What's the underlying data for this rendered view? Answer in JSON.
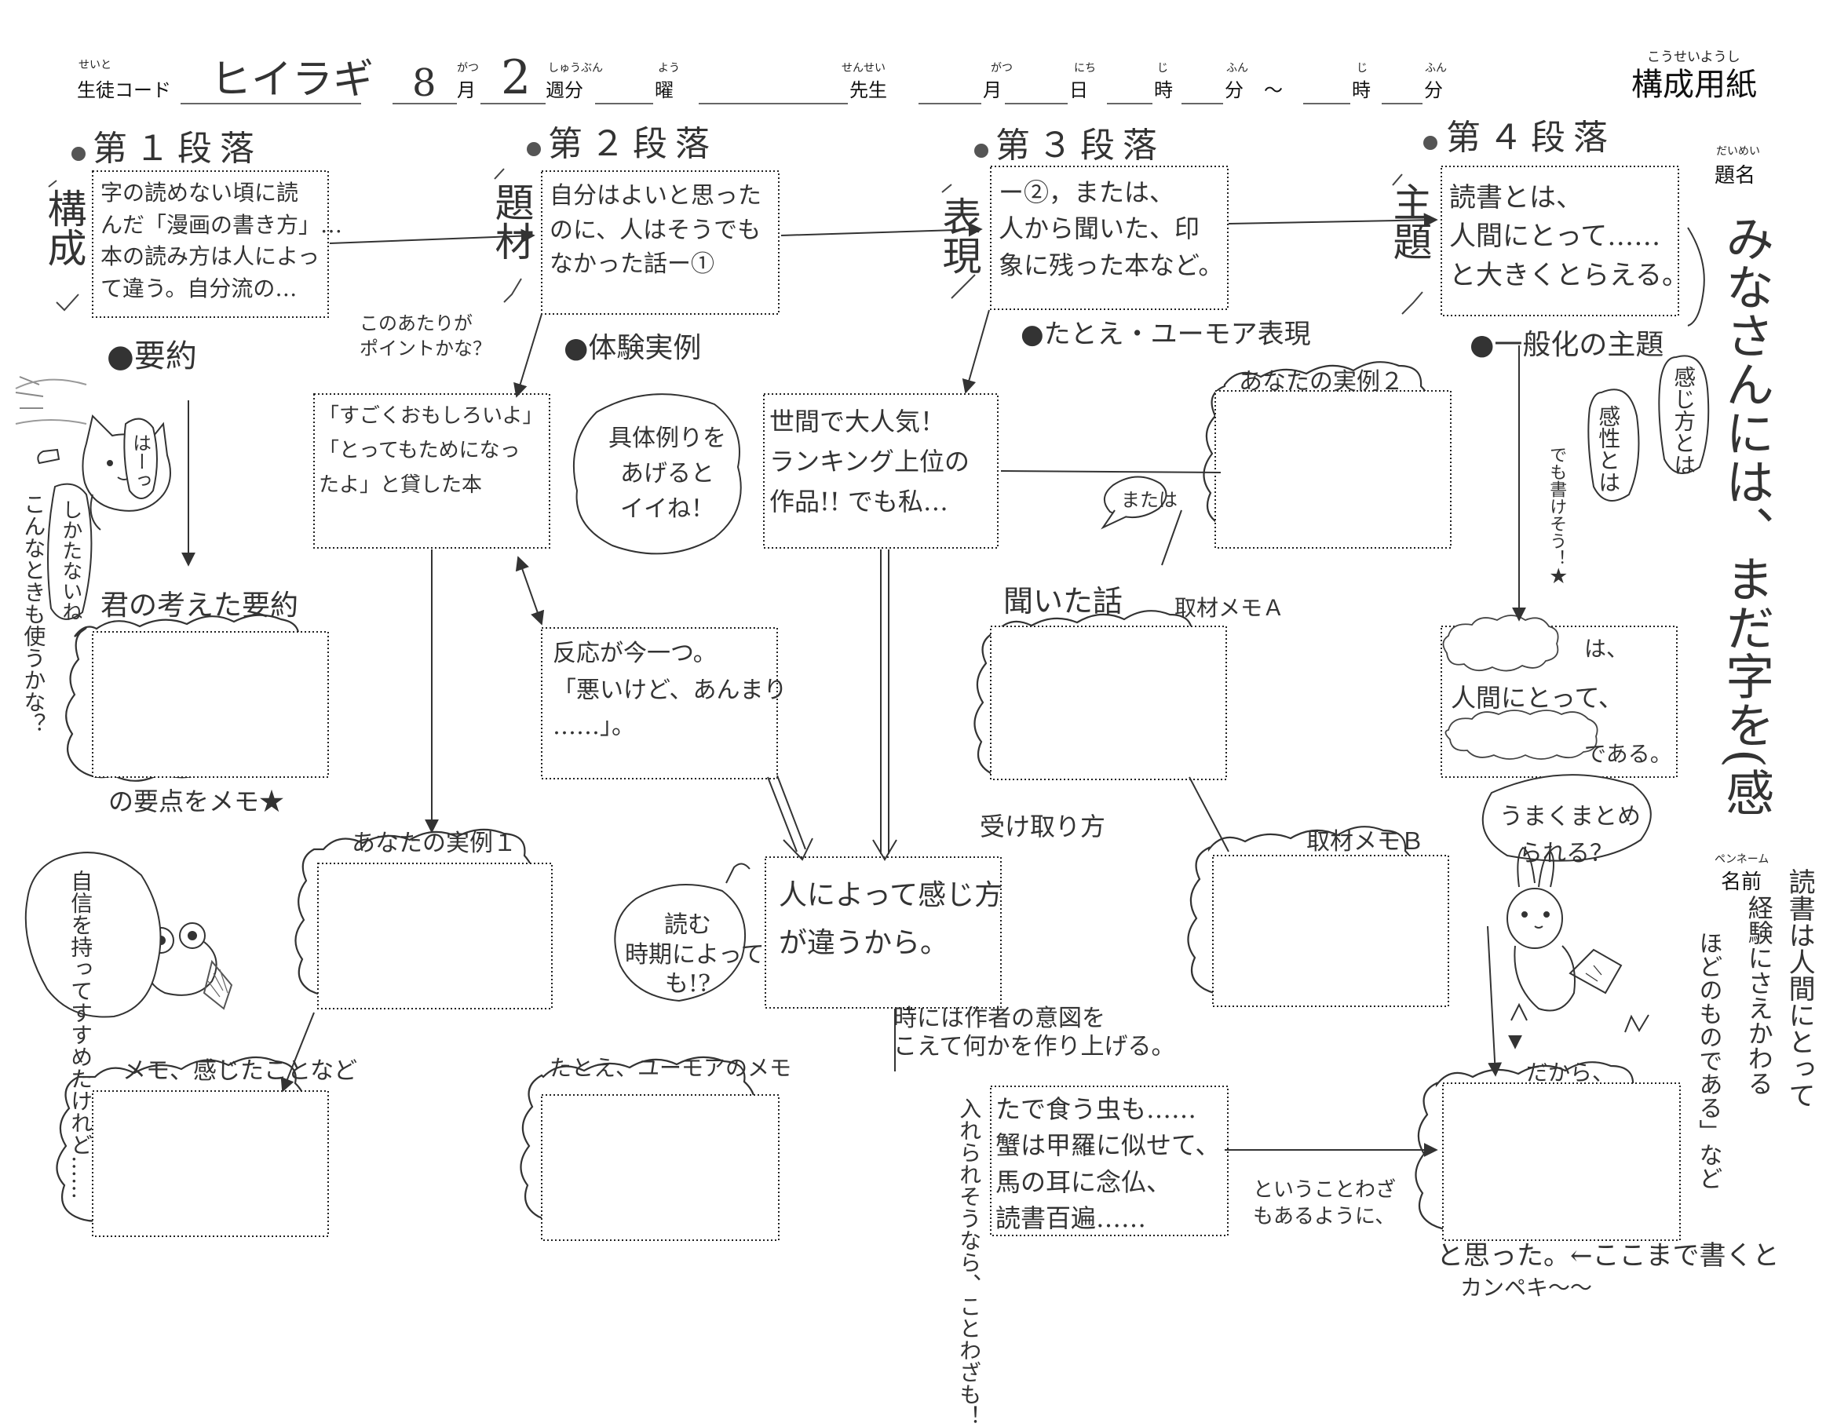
{
  "header": {
    "student_code_ruby": "せいと",
    "student_code_label": "生徒コード",
    "student_code_value": "ヒイラギ",
    "month_value": "8",
    "month_ruby": "がつ",
    "month_label": "月",
    "week_value": "2",
    "week_ruby": "しゅうぶん",
    "week_label": "週分",
    "day_ruby": "よう",
    "day_label": "曜",
    "teacher_ruby": "せんせい",
    "teacher_label": "先生",
    "date_month_ruby": "がつ",
    "date_month_label": "月",
    "date_day_ruby": "にち",
    "date_day_label": "日",
    "hour_ruby": "じ",
    "hour_label": "時",
    "minute_ruby": "ふん",
    "minute_label": "分",
    "tilde": "～",
    "hour2_ruby": "じ",
    "hour2_label": "時",
    "minute2_ruby": "ふん",
    "minute2_label": "分",
    "sheet_title_ruby": "こうせいようし",
    "sheet_title": "構成用紙"
  },
  "title_area": {
    "title_ruby": "だいめい",
    "title_label": "題名",
    "title_text": "みなさんには、まだ字を(感",
    "penname_ruby": "ペンネーム",
    "penname_label": "名前"
  },
  "paragraphs": [
    {
      "heading": "第１段落",
      "side_label": "構成",
      "box_text": "字の読めない頃に読\nんだ「漫画の書き方」…\n本の読み方は人によっ\nて違う。自分流の…",
      "sub_label": "●要約"
    },
    {
      "heading": "第２段落",
      "side_label": "題材",
      "box_text": "自分はよいと思った\nのに、人はそうでも\nなかった話ー①",
      "sub_label": "●体験実例"
    },
    {
      "heading": "第３段落",
      "side_label": "表現",
      "box_text": "ー②，または、\n人から聞いた、印\n象に残った本など。",
      "sub_label": "●たとえ・ユーモア表現"
    },
    {
      "heading": "第４段落",
      "side_label": "主題",
      "box_text": "読書とは、\n人間にとって……\nと大きくとらえる。",
      "sub_label": "●一般化の主題"
    }
  ],
  "column1": {
    "point_note": "このあたりが\nポイントかな？",
    "your_summary_label": "君の考えた要約",
    "summary_memo_label": "の要点をメモ★",
    "memo_feelings_label": "メモ、感じたことなど",
    "cat_speech_1": "はーっ",
    "cat_speech_2": "しかたないね",
    "side_note": "こんなときも使うかな？",
    "frog_speech": "自信を持ってすすめたけれど……"
  },
  "column2": {
    "example_box": "「すごくおもしろいよ」\n「とってもためになっ\nたよ」と貸した本",
    "bubble": "具体例りを\nあげると\nイイね！",
    "reaction_box": "反応が今一つ。\n「悪いけど、あんまり\n……」。",
    "your_example_1": "あなたの実例１",
    "tatoe_memo": "たとえ、ユーモアのメモ"
  },
  "column3": {
    "popular_box": "世間で大人気！\nランキング上位の\n作品!! でも私…",
    "your_example_2": "あなたの実例２",
    "or_bubble": "または",
    "heard_story": "聞いた話",
    "interview_memo_a": "取材メモＡ",
    "interview_memo_b": "取材メモＢ",
    "receive_label": "受け取り方",
    "differs_box": "人によって感じ方\nが違うから。",
    "reading_time_bubble": "読む\n時期によって\nも!?",
    "author_intent": "時には作者の意図を\nこえて何かを作り上げる。",
    "proverb_box": "たで食う虫も……\n蟹は甲羅に似せて、\n馬の耳に念仏、\n読書百遍……",
    "proverb_side": "入れられそうなら、ことわざも！",
    "proverb_note": "ということわざ\nもあるように、"
  },
  "column4": {
    "feel_bubble": "感じ方とは",
    "sense_bubble": "感性とは",
    "can_write": "でも書けそう！★",
    "cloud_wa": "は、",
    "cloud_human": "人間にとって、",
    "cloud_dearu": "である。",
    "summarize_bubble": "うまくまとめ\nられる？",
    "dakara": "だから、",
    "omotta": "と思った。←ここまで書くと",
    "kanpeki": "カンペキ～～",
    "vertical_example_1": "読書は人間にとって",
    "vertical_example_2": "経験にさえかわる",
    "vertical_example_3": "ほどのものである」など"
  }
}
